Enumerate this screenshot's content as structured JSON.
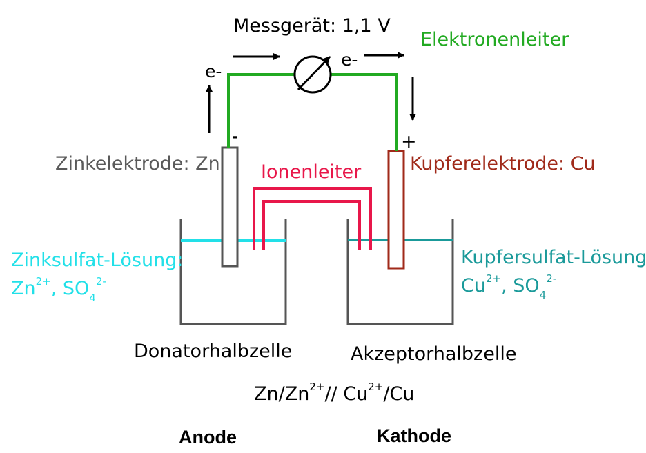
{
  "labels": {
    "meter": "Messgerät: 1,1 V",
    "electron_conductor": "Elektronenleiter",
    "electron_left": "e-",
    "electron_right": "e-",
    "minus": "-",
    "plus": "+",
    "zinc_electrode": "Zinkelektrode: Zn",
    "copper_electrode": "Kupferelektrode: Cu",
    "ion_conductor": "Ionenleiter",
    "zinc_solution": "Zinksulfat-Lösung:",
    "zinc_ion_zn": "Zn",
    "zinc_ion_charge": "2+",
    "zinc_ion_so": ", SO",
    "zinc_ion_sub": "4",
    "zinc_ion_so_charge": "2-",
    "copper_solution": "Kupfersulfat-Lösung:",
    "copper_ion_cu": "Cu",
    "copper_ion_charge": "2+",
    "copper_ion_so": ", SO",
    "copper_ion_sub": "4",
    "copper_ion_so_charge": "2-",
    "donor_cell": "Donatorhalbzelle",
    "acceptor_cell": "Akzeptorhalbzelle",
    "notation_a": "Zn/Zn",
    "notation_b": "2+",
    "notation_c": "// Cu",
    "notation_d": "2+",
    "notation_e": "/Cu",
    "anode": "Anode",
    "cathode": "Kathode"
  },
  "colors": {
    "wire": "#22aa22",
    "electron_conductor_text": "#22aa22",
    "ion_bridge": "#e8174a",
    "zinc_text": "#5a5a5a",
    "copper": "#a02a1a",
    "zinc_solution": "#22e0e8",
    "copper_solution": "#1a9a9a",
    "beaker": "#555555"
  },
  "icons": {
    "meter": "galvanometer-icon"
  }
}
